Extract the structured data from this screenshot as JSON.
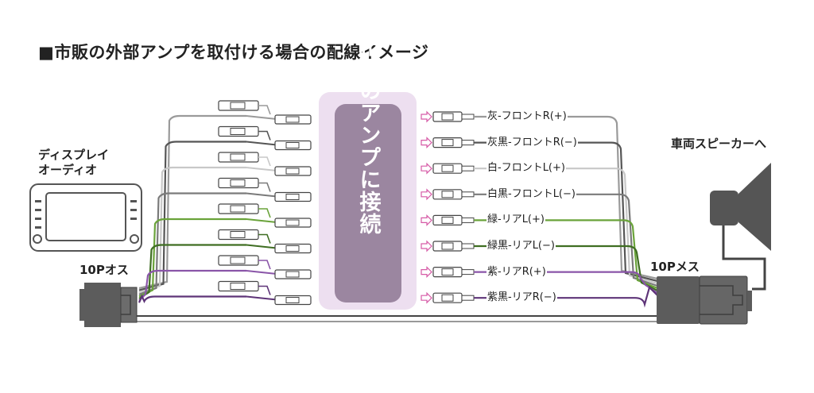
{
  "title": "■市販の外部アンプを取付ける場合の配線イメージ",
  "display_label_line1": "ディスプレイ",
  "display_label_line2": "オーディオ",
  "connector_male_label": "10Pオス",
  "connector_female_label": "10Pメス",
  "speaker_label": "車両スピーカーへ",
  "amp_label": "市販のアンプに接続",
  "wires": [
    {
      "label": "灰-フロントR(+)",
      "color": "#9a9a9a"
    },
    {
      "label": "灰黒-フロントR(−)",
      "color": "#555555"
    },
    {
      "label": "白-フロントL(+)",
      "color": "#c8c8c8"
    },
    {
      "label": "白黒-フロントL(−)",
      "color": "#7a7a7a"
    },
    {
      "label": "緑-リアL(+)",
      "color": "#6aa33a"
    },
    {
      "label": "緑黒-リアL(−)",
      "color": "#3f6e22"
    },
    {
      "label": "紫-リアR(+)",
      "color": "#8a55a8"
    },
    {
      "label": "紫黒-リアR(−)",
      "color": "#5e3478"
    }
  ],
  "colors": {
    "amp_outer": "#eddff0",
    "amp_inner": "#9b86a0",
    "amp_text": "#ffffff",
    "connector": "#5c5c5c",
    "arrow": "#d65aa6"
  }
}
